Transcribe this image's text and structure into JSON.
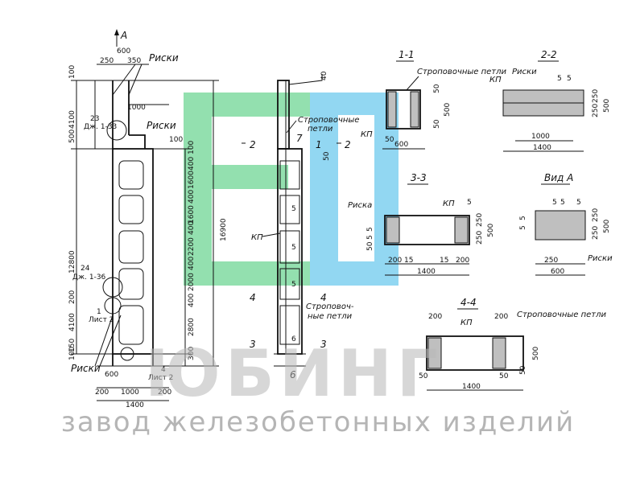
{
  "watermark": {
    "brand": "ЮБИНГ",
    "footer": "завод железобетонных изделий",
    "colors": {
      "green": "#3cc86e",
      "blue": "#3ab8e8"
    }
  },
  "left_view": {
    "top_arrow": "А",
    "risk_label_top": "Риски",
    "risk_label_mid": "Риски",
    "risk_label_bottom": "Риски",
    "node_23": "23",
    "node_23_ref": "Дж. 1-33",
    "node_24": "24",
    "node_24_ref": "Дж. 1-36",
    "node_1": "1",
    "node_1_ref": "Лист 2",
    "node_4": "4",
    "node_4_ref": "Лист 2",
    "dims": {
      "d600_top": "600",
      "d250": "250",
      "d350": "350",
      "d100_top": "100",
      "d4100_top": "4100",
      "d1000_mid": "1000",
      "d500": "500",
      "d100_mid": "100",
      "d12800": "12800",
      "d200a": "200",
      "d4100_bot": "4100",
      "d150": "150",
      "d100_bot": "100",
      "d600_bot": "600",
      "d200_bl": "200",
      "d1000_b": "1000",
      "d200_br": "200",
      "d1400": "1400",
      "d16900": "16900",
      "r100": "100",
      "r400a": "400",
      "r1600": "1600",
      "r400b": "400",
      "r400c": "400",
      "r1600b": "1600",
      "r400d": "400",
      "r2200": "2200",
      "r400e": "400",
      "r2000": "2000",
      "r400f": "400",
      "r2800": "2800",
      "r300": "300"
    }
  },
  "mid_view": {
    "d40": "40",
    "sling_loops_a": "Строповочные",
    "sling_loops_b": "петли",
    "label_kp": "КП",
    "label_kp2": "КП",
    "sling_loops_c": "Строповоч-",
    "sling_loops_d": "ные петли",
    "cut_2": "2",
    "cut_2b": "2",
    "cut_1": "1",
    "cut_7": "7",
    "cut_4": "4",
    "cut_4b": "4",
    "cut_3": "3",
    "cut_3b": "3",
    "cut_6": "6",
    "d50": "50",
    "m5a": "5",
    "m5b": "5",
    "m5c": "5",
    "m6": "6"
  },
  "section_1_1": {
    "title": "1-1",
    "sling": "Строповочные петли",
    "kp": "КП",
    "d50a": "50",
    "d500": "500",
    "d50b": "50",
    "d50c": "50",
    "d600": "600"
  },
  "section_2_2": {
    "title": "2-2",
    "risks": "Риски",
    "kp": "КП",
    "d5a": "5",
    "d5b": "5",
    "d250a": "250",
    "d250b": "250",
    "d500": "500",
    "d1000": "1000",
    "d1400": "1400"
  },
  "section_3_3": {
    "title": "3-3",
    "risk": "Риска",
    "kp": "КП",
    "d5": "5",
    "d5b": "5",
    "d5c": "5",
    "d50": "50",
    "d250a": "250",
    "d250b": "250",
    "d500": "500",
    "d200a": "200",
    "d15a": "15",
    "d15b": "15",
    "d200b": "200",
    "d1400": "1400"
  },
  "view_a": {
    "title": "Вид А",
    "d5a": "5",
    "d5b": "5",
    "d5c": "5",
    "d5d": "5",
    "d5e": "5",
    "d250a": "250",
    "d250b": "250",
    "d500": "500",
    "d250c": "250",
    "d600": "600",
    "risks": "Риски"
  },
  "section_4_4": {
    "title": "4-4",
    "d200a": "200",
    "d200b": "200",
    "kp": "КП",
    "sling": "Строповочные петли",
    "d500": "500",
    "d50a": "50",
    "d50b": "50",
    "d50c": "50",
    "d1400": "1400"
  }
}
